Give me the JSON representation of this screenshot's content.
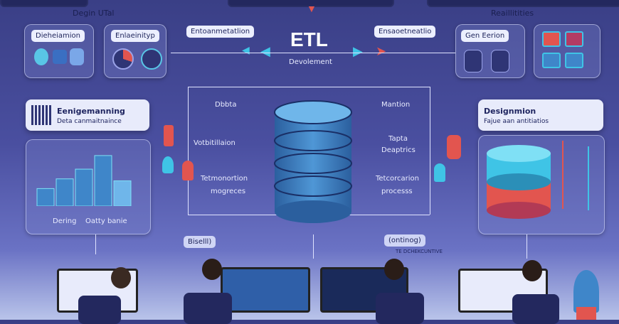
{
  "header": {
    "left_title": "Degin UTal",
    "right_title": "Reaillitities"
  },
  "top_left": {
    "chip1": "Dieheiamion",
    "chip2": "Enlaeinityp",
    "chip3": "Entoanmetatlion"
  },
  "center": {
    "title": "ETL",
    "subtitle": "Devolement"
  },
  "top_right": {
    "chip1": "Ensaoetneatlio",
    "chip2": "Gen Eerion"
  },
  "left_panel": {
    "title": "Eenigemanning",
    "subtitle": "Deta canmaitnaince",
    "caption1": "Dering",
    "caption2": "Oatty banie",
    "bars": [
      18,
      28,
      38,
      52,
      26
    ]
  },
  "middle_labels": {
    "left_top": "Dbbta",
    "left_mid": "Votbitillaion",
    "left_bottom_1": "Tetmonortion",
    "left_bottom_2": "mogreces",
    "right_top": "Mantion",
    "right_mid_1": "Tapta",
    "right_mid_2": "Deaptrics",
    "right_bottom_1": "Tetcorcarion",
    "right_bottom_2": "processs"
  },
  "right_panel": {
    "title": "Designmion",
    "subtitle": "Fajue aan antitiatios"
  },
  "bottom_chips": {
    "left": "Biselll)",
    "right": "(ontinog)",
    "right_sub": "TE DCHEKCUNTIVE"
  },
  "colors": {
    "accent_red": "#e2554f",
    "accent_cyan": "#3fc4e6",
    "db_blue": "#3f86c9"
  }
}
